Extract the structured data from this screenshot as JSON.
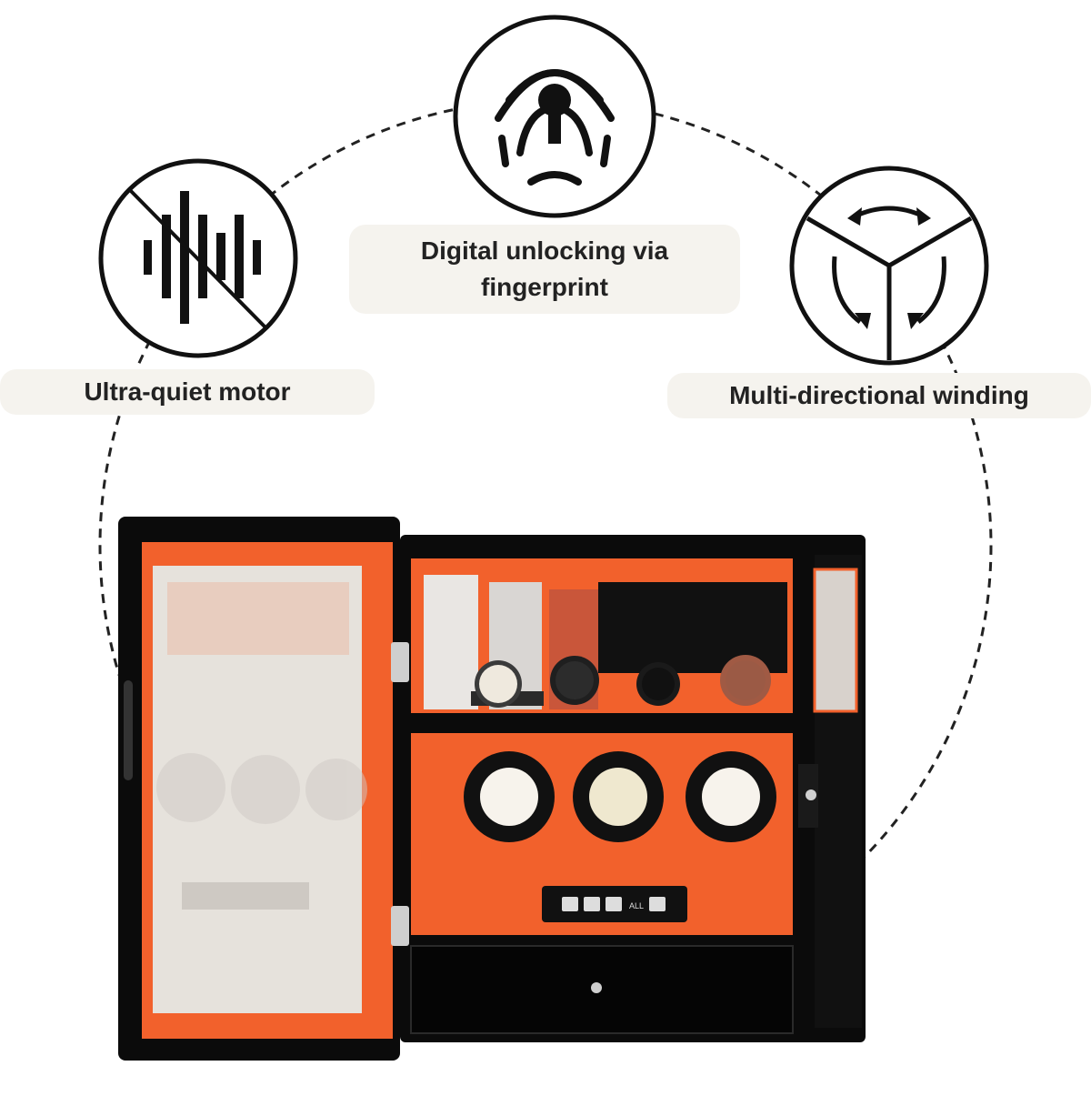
{
  "features": {
    "quiet_motor": {
      "label": "Ultra-quiet motor",
      "icon": "no-sound-wave-icon"
    },
    "fingerprint": {
      "label": "Digital unlocking via fingerprint",
      "icon": "fingerprint-keyhole-icon"
    },
    "multi_winding": {
      "label": "Multi-directional winding",
      "icon": "rotation-arrows-icon"
    }
  },
  "product": {
    "controls": [
      "ALL"
    ],
    "colors": {
      "body": "#0b0b0b",
      "interior": "#f2612c",
      "glass": "#e6e2dc"
    }
  }
}
